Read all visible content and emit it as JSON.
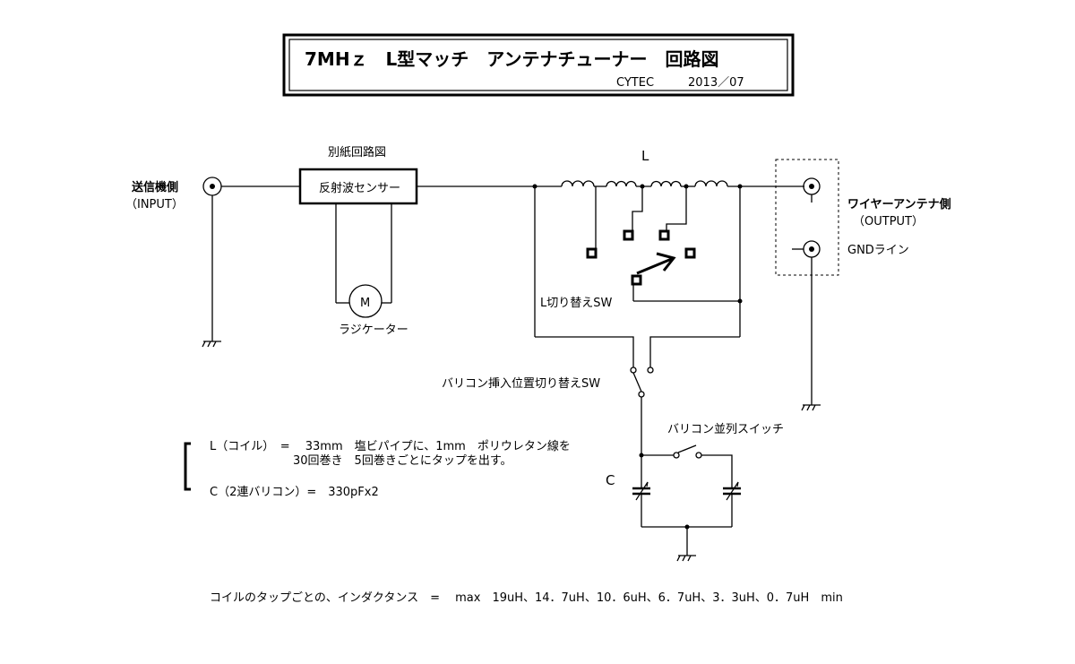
{
  "title": {
    "main": "7MHｚ　L型マッチ　アンテナチューナー　回路図",
    "company": "CYTEC",
    "date": "2013／07"
  },
  "labels": {
    "transmitter_side": "送信機側",
    "input": "（INPUT）",
    "separate_circuit": "別紙回路図",
    "reflected_sensor": "反射波センサー",
    "meter_symbol": "M",
    "radiator": "ラジケーター",
    "coil_L": "L",
    "l_switch": "L切り替えSW",
    "wire_antenna_side": "ワイヤーアンテナ側",
    "output": "（OUTPUT）",
    "gnd_line": "GNDライン",
    "varicon_position_switch": "バリコン挿入位置切り替えSW",
    "varicon_parallel_switch": "バリコン並列スイッチ",
    "capacitor_C": "C"
  },
  "notes": {
    "coil_line1": "L（コイル）　=　 33mm　塩ビパイプに、1mm　ポリウレタン線を",
    "coil_line2": "30回巻き　5回巻きごとにタップを出す。",
    "cap_line": "C（2連バリコン）=　330pFx2"
  },
  "inductance_note": "コイルのタップごとの、インダクタンス　=　 max　19uH、14．7uH、10．6uH、6．7uH、3．3uH、0．7uH　min"
}
